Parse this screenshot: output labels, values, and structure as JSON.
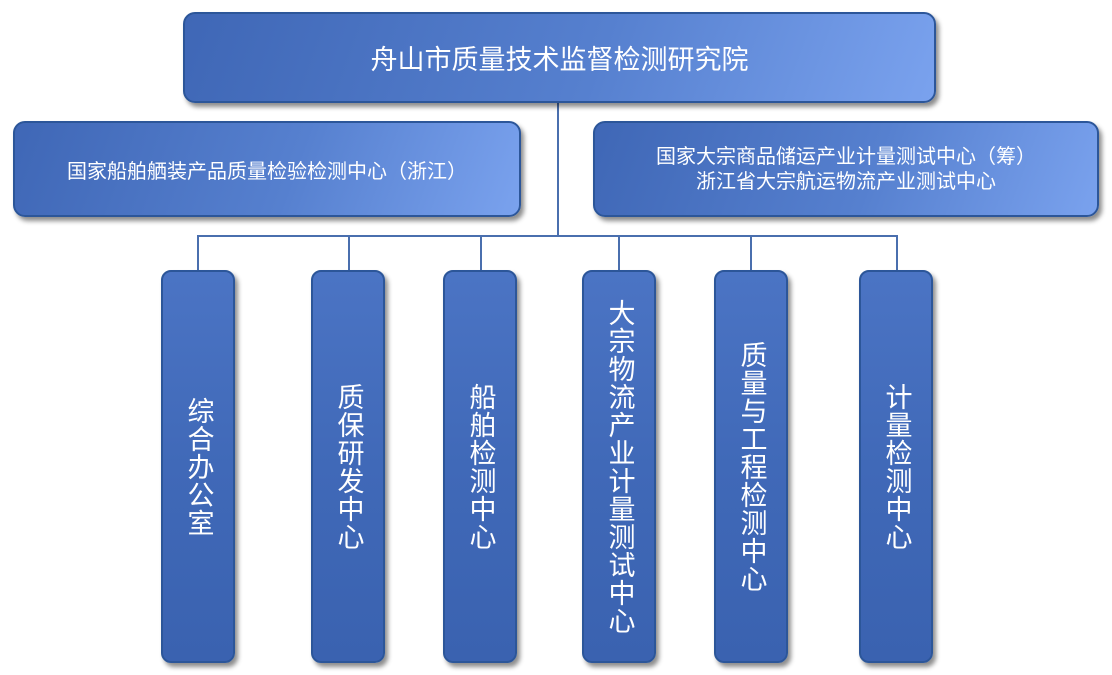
{
  "root": {
    "label": "舟山市质量技术监督检测研究院"
  },
  "centers": {
    "left": {
      "label": "国家船舶舾装产品质量检验检测中心（浙江）"
    },
    "right": {
      "line1": "国家大宗商品储运产业计量测试中心（筹）",
      "line2": "浙江省大宗航运物流产业测试中心"
    }
  },
  "departments": [
    {
      "label": "综合办公室"
    },
    {
      "label": "质保研发中心"
    },
    {
      "label": "船舶检测中心"
    },
    {
      "label": "大宗物流产业计量测试中心"
    },
    {
      "label": "质量与工程检测中心"
    },
    {
      "label": "计量检测中心"
    }
  ],
  "colors": {
    "box_fill": "#4a72c2",
    "box_border": "#2c5699",
    "connector": "#4a6fae",
    "text": "#ffffff"
  }
}
